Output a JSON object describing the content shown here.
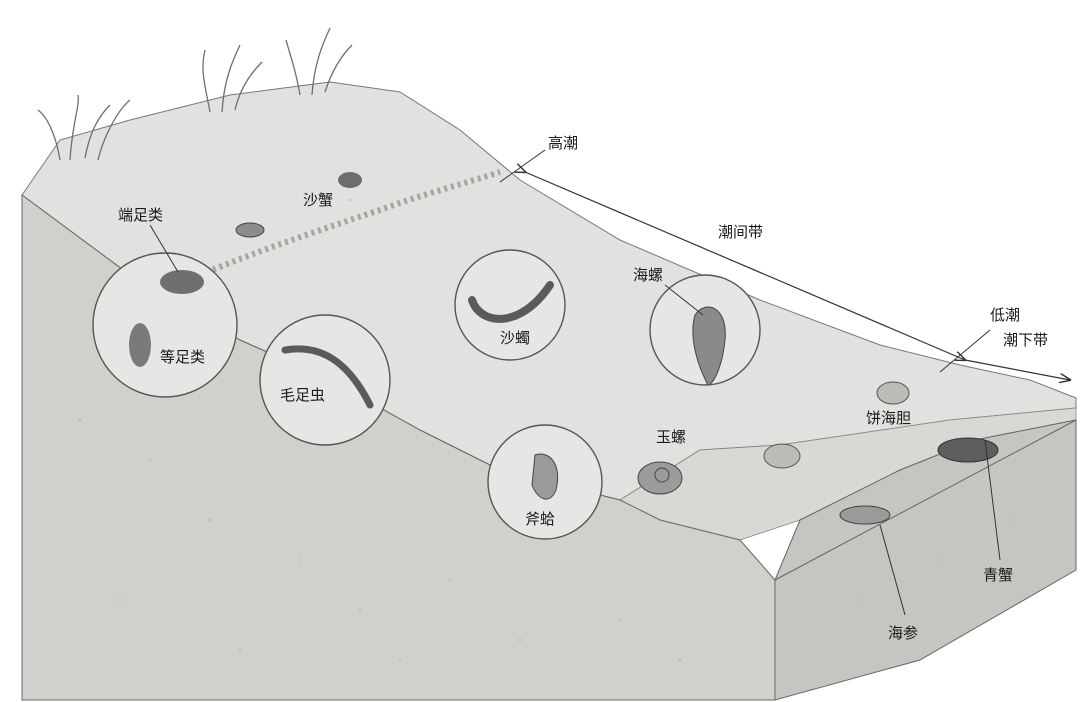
{
  "zones": {
    "high_tide": "高潮",
    "intertidal": "潮间带",
    "low_tide": "低潮",
    "subtidal": "潮下带"
  },
  "organisms": {
    "amphipod": "端足类",
    "isopod": "等足类",
    "sand_crab": "沙蟹",
    "polychaete": "毛足虫",
    "lugworm": "沙蠋",
    "whelk": "海螺",
    "moon_snail": "玉螺",
    "clam": "斧蛤",
    "sand_dollar": "饼海胆",
    "blue_crab": "青蟹",
    "sea_cucumber": "海参"
  },
  "colors": {
    "sand": "#e2e1df",
    "sand_dark": "#cfcdca",
    "front_face": "#d3d1cd",
    "side_face": "#c6c4c0",
    "line": "#555555"
  }
}
